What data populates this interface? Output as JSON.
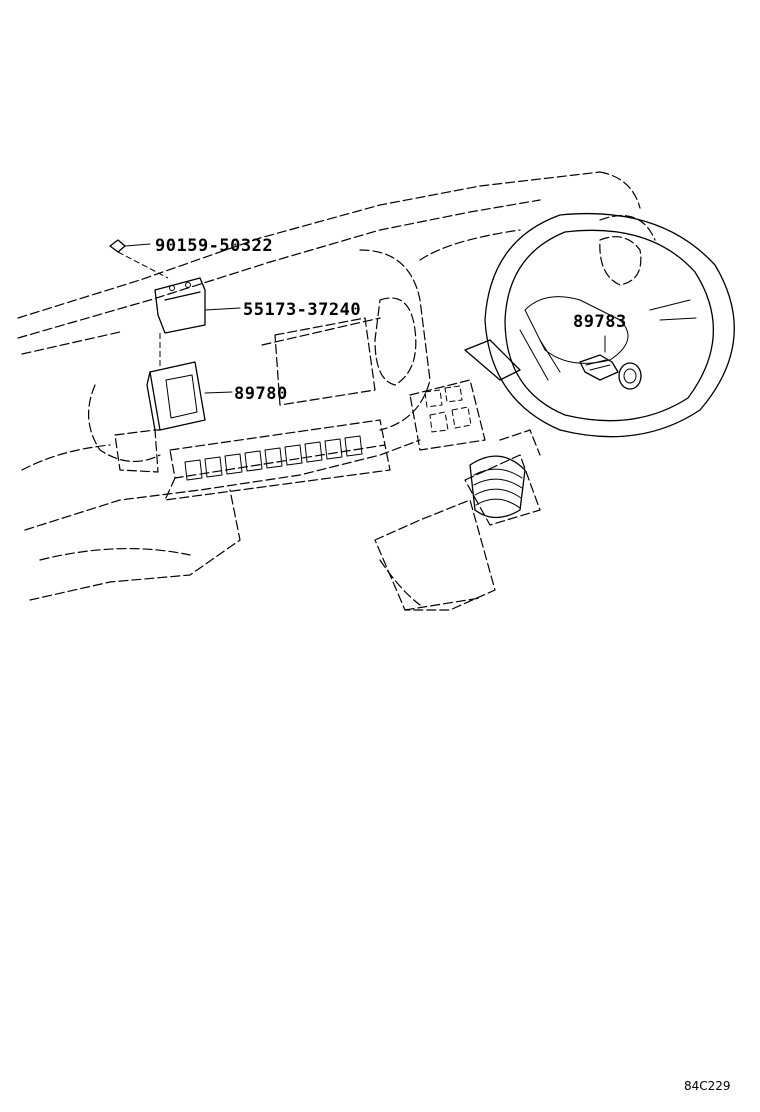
{
  "parts": [
    {
      "id": "screw",
      "number": "90159-50322"
    },
    {
      "id": "bracket",
      "number": "55173-37240"
    },
    {
      "id": "ecu",
      "number": "89780"
    },
    {
      "id": "immobiliser-amplifier",
      "number": "89783"
    }
  ],
  "figure_code": "84C229"
}
